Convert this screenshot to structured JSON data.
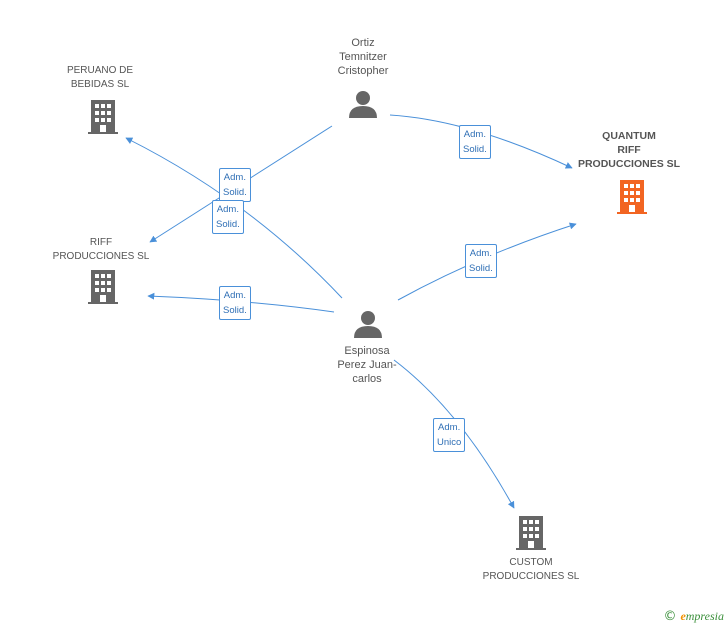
{
  "colors": {
    "edge": "#4a90d9",
    "icon_gray": "#666666",
    "focus_orange": "#f26522"
  },
  "nodes": {
    "peruano": {
      "label": "PERUANO DE\nBEBIDAS SL",
      "icon": "building-icon"
    },
    "riff": {
      "label": "RIFF\nPRODUCCIONES SL",
      "icon": "building-icon"
    },
    "quantum": {
      "label": "QUANTUM\nRIFF\nPRODUCCIONES SL",
      "icon": "building-icon"
    },
    "custom": {
      "label": "CUSTOM\nPRODUCCIONES SL",
      "icon": "building-icon"
    },
    "ortiz": {
      "label": "Ortiz\nTemnitzer\nCristopher",
      "icon": "person-icon"
    },
    "espinosa": {
      "label": "Espinosa\nPerez Juan-\ncarlos",
      "icon": "person-icon"
    }
  },
  "edges": [
    {
      "id": "ortiz-peruano",
      "label": "Adm.\nSolid."
    },
    {
      "id": "ortiz-quantum",
      "label": "Adm.\nSolid."
    },
    {
      "id": "espinosa-peruano-riff",
      "label": "Adm.\nSolid."
    },
    {
      "id": "espinosa-riff",
      "label": "Adm.\nSolid."
    },
    {
      "id": "espinosa-quantum",
      "label": "Adm.\nSolid."
    },
    {
      "id": "espinosa-custom",
      "label": "Adm.\nUnico"
    }
  ],
  "footer": {
    "copyright": "©",
    "brand": "mpresia",
    "brand_initial": "e"
  }
}
